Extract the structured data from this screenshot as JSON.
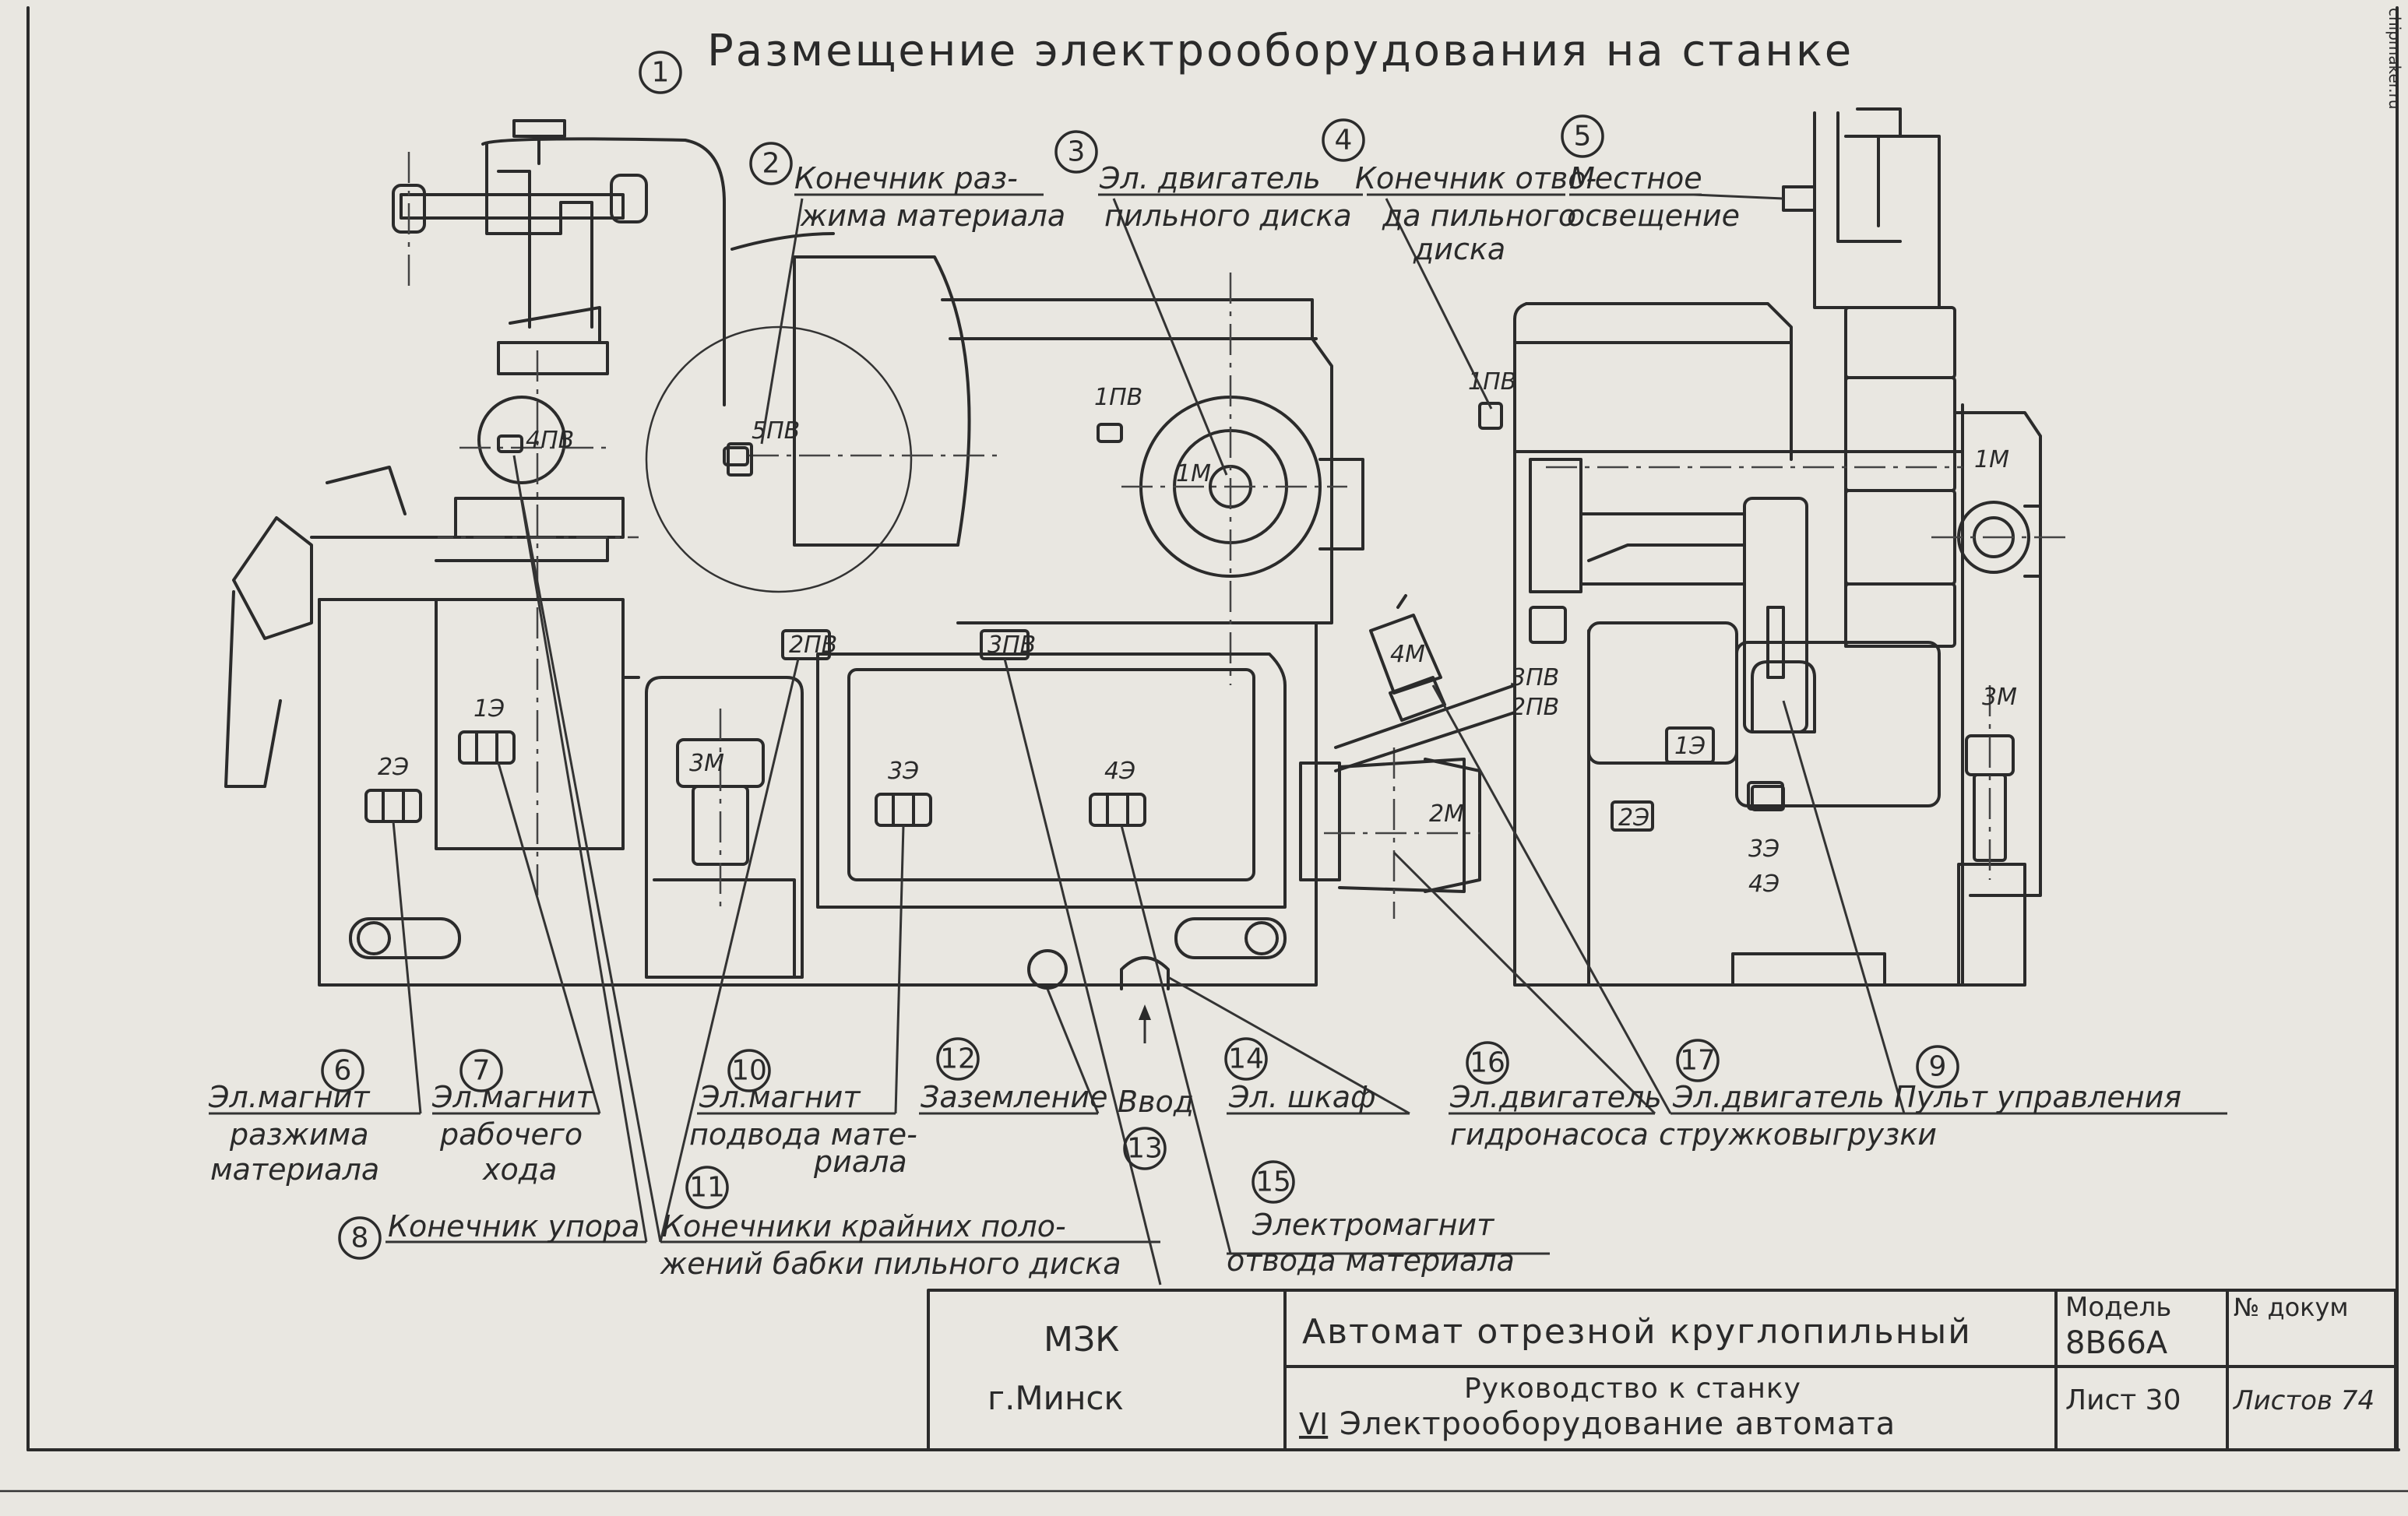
{
  "title": "Размещение электрооборудования на станке",
  "title_number": "1",
  "watermark": "chipmaker.ru",
  "callouts": [
    {
      "id": "2",
      "lines": [
        "Конечник раз-",
        "жима материала"
      ]
    },
    {
      "id": "3",
      "lines": [
        "Эл. двигатель",
        "пильного диска"
      ]
    },
    {
      "id": "4",
      "lines": [
        "Конечник отво-",
        "да пильного",
        "диска"
      ]
    },
    {
      "id": "5",
      "lines": [
        "Местное",
        "освещение"
      ]
    },
    {
      "id": "6",
      "lines": [
        "Эл.магнит",
        "разжима",
        "материала"
      ]
    },
    {
      "id": "7",
      "lines": [
        "Эл.магнит",
        "рабочего",
        "хода"
      ]
    },
    {
      "id": "8",
      "lines": [
        "Конечник упора"
      ]
    },
    {
      "id": "9",
      "lines": [
        "Пульт управления"
      ]
    },
    {
      "id": "10",
      "lines": [
        "Эл.магнит",
        "подвода мате-",
        "риала"
      ]
    },
    {
      "id": "11",
      "lines": [
        "Конечники крайних поло-",
        "жений бабки пильного диска"
      ]
    },
    {
      "id": "12",
      "lines": [
        "Заземление"
      ]
    },
    {
      "id": "13",
      "lines": [
        "Ввод"
      ]
    },
    {
      "id": "14",
      "lines": [
        "Эл. шкаф"
      ]
    },
    {
      "id": "15",
      "lines": [
        "Электромагнит",
        "отвода материала"
      ]
    },
    {
      "id": "16",
      "lines": [
        "Эл.двигатель",
        "гидронасоса"
      ]
    },
    {
      "id": "17",
      "lines": [
        "Эл.двигатель",
        "стружковыгрузки"
      ]
    }
  ],
  "component_tags": {
    "pv1": "1ПВ",
    "pv2": "2ПВ",
    "pv3": "3ПВ",
    "pv4": "4ПВ",
    "pv5": "5ПВ",
    "m1": "1М",
    "m2": "2М",
    "m3": "3М",
    "m4": "4М",
    "e1": "1Э",
    "e2": "2Э",
    "e3": "3Э",
    "e4": "4Э",
    "r_pv1": "1ПВ",
    "r_pv3": "3ПВ",
    "r_pv2": "2ПВ",
    "r_m1": "1М",
    "r_m3": "3М",
    "r_e1": "1Э",
    "r_e2": "2Э",
    "r_e3": "3Э",
    "r_e4": "4Э"
  },
  "title_block": {
    "org": "МЗК",
    "city": "г.Минск",
    "product": "Автомат отрезной круглопильный",
    "doc_line1": "Руководство к станку",
    "section_roman": "VI",
    "doc_line2": "Электрооборудование автомата",
    "model_label": "Модель",
    "model_value": "8В66А",
    "doc_no_label": "№ докум",
    "sheet": "Лист 30",
    "sheets": "Листов 74"
  }
}
